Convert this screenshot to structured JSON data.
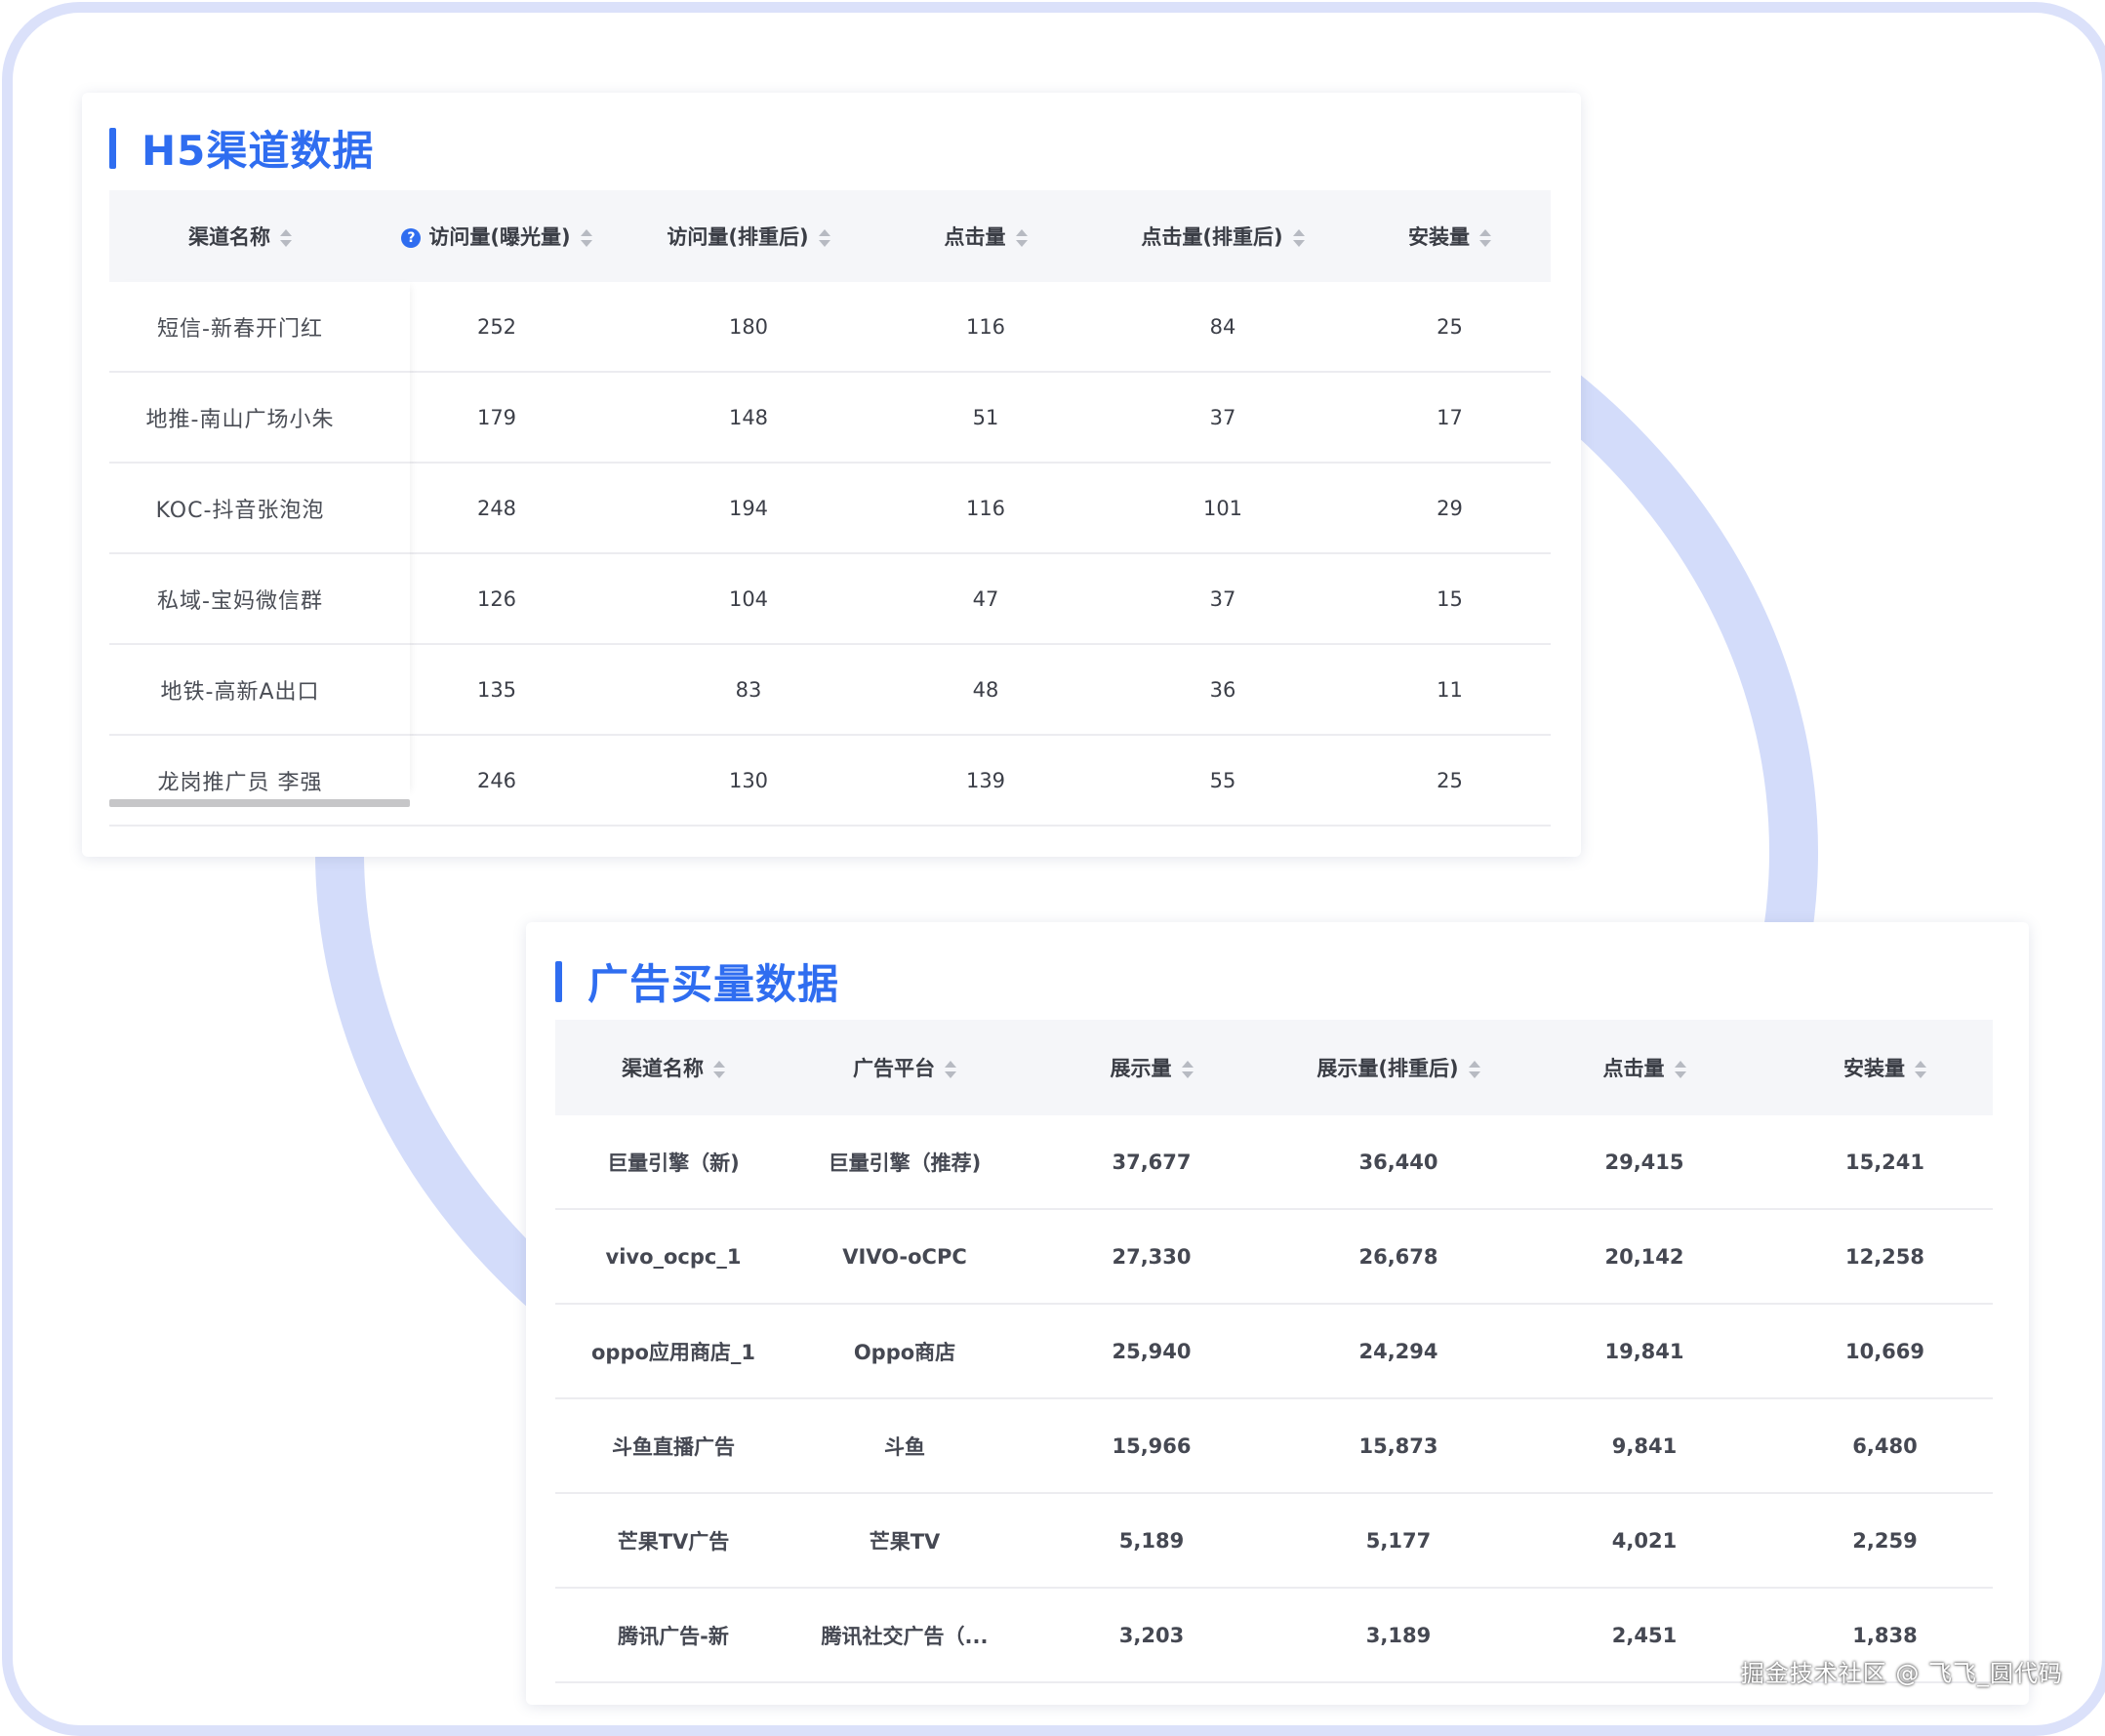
{
  "h5": {
    "title": "H5渠道数据",
    "columns": [
      "渠道名称",
      "访问量(曝光量)",
      "访问量(排重后)",
      "点击量",
      "点击量(排重后)",
      "安装量"
    ],
    "rows": [
      [
        "短信-新春开门红",
        "252",
        "180",
        "116",
        "84",
        "25"
      ],
      [
        "地推-南山广场小朱",
        "179",
        "148",
        "51",
        "37",
        "17"
      ],
      [
        "KOC-抖音张泡泡",
        "248",
        "194",
        "116",
        "101",
        "29"
      ],
      [
        "私域-宝妈微信群",
        "126",
        "104",
        "47",
        "37",
        "15"
      ],
      [
        "地铁-高新A出口",
        "135",
        "83",
        "48",
        "36",
        "11"
      ],
      [
        "龙岗推广员 李强",
        "246",
        "130",
        "139",
        "55",
        "25"
      ]
    ]
  },
  "ads": {
    "title": "广告买量数据",
    "columns": [
      "渠道名称",
      "广告平台",
      "展示量",
      "展示量(排重后)",
      "点击量",
      "安装量"
    ],
    "rows": [
      [
        "巨量引擎（新)",
        "巨量引擎（推荐)",
        "37,677",
        "36,440",
        "29,415",
        "15,241"
      ],
      [
        "vivo_ocpc_1",
        "VIVO-oCPC",
        "27,330",
        "26,678",
        "20,142",
        "12,258"
      ],
      [
        "oppo应用商店_1",
        "Oppo商店",
        "25,940",
        "24,294",
        "19,841",
        "10,669"
      ],
      [
        "斗鱼直播广告",
        "斗鱼",
        "15,966",
        "15,873",
        "9,841",
        "6,480"
      ],
      [
        "芒果TV广告",
        "芒果TV",
        "5,189",
        "5,177",
        "4,021",
        "2,259"
      ],
      [
        "腾讯广告-新",
        "腾讯社交广告（...",
        "3,203",
        "3,189",
        "2,451",
        "1,838"
      ]
    ]
  },
  "watermark": "掘金技术社区 @ 飞飞_圆代码",
  "colors": {
    "accent": "#2f6df0",
    "ring": "#d3dcfa",
    "header_bg": "#f5f6f9"
  }
}
